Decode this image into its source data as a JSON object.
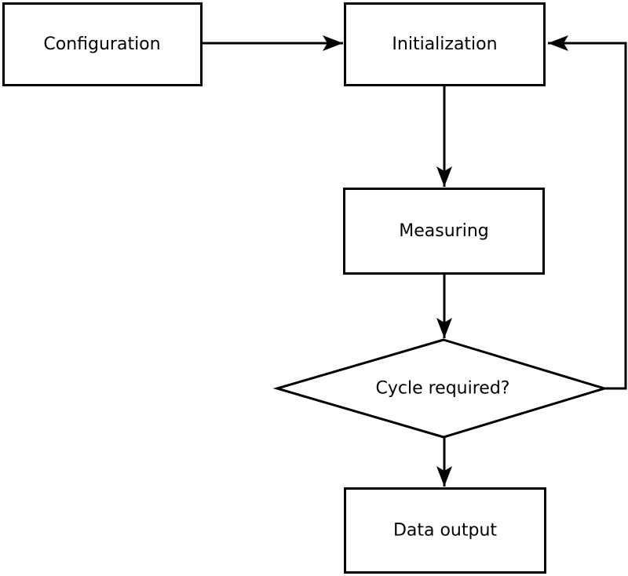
{
  "diagram": {
    "type": "flowchart",
    "background_color": "#ffffff",
    "stroke_color": "#000000",
    "text_color": "#000000",
    "nodes": {
      "configuration": {
        "label": "Configuration",
        "shape": "rectangle"
      },
      "initialization": {
        "label": "Initialization",
        "shape": "rectangle"
      },
      "measuring": {
        "label": "Measuring",
        "shape": "rectangle"
      },
      "cycle_required": {
        "label": "Cycle required?",
        "shape": "diamond"
      },
      "data_output": {
        "label": "Data output",
        "shape": "rectangle"
      }
    },
    "edges": [
      {
        "from": "Configuration",
        "to": "Initialization",
        "kind": "straight-right"
      },
      {
        "from": "Initialization",
        "to": "Measuring",
        "kind": "straight-down"
      },
      {
        "from": "Measuring",
        "to": "Cycle required?",
        "kind": "straight-down"
      },
      {
        "from": "Cycle required?",
        "to": "Data output",
        "kind": "straight-down"
      },
      {
        "from": "Cycle required?",
        "to": "Initialization",
        "kind": "feedback-loop-right-up"
      }
    ]
  }
}
